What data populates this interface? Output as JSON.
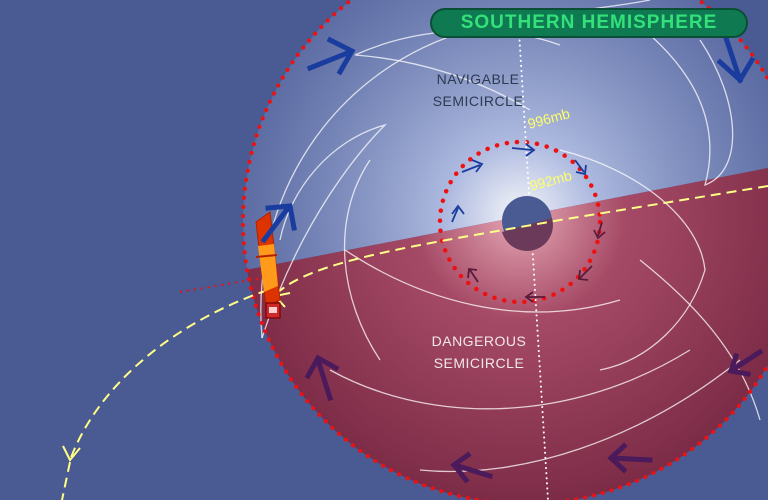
{
  "hemisphere_label": "SOUTHERN HEMISPHERE",
  "navigable": {
    "line1": "NAVIGABLE",
    "line2": "SEMICIRCLE"
  },
  "dangerous": {
    "line1": "DANGEROUS",
    "line2": "SEMICIRCLE"
  },
  "isobars": {
    "outer": "996mb",
    "inner": "992mb"
  },
  "colors": {
    "background": "#4a5a92",
    "dangerous_fill": "#8f3350",
    "wind_arrow_navigable": "#1a3c9e",
    "wind_arrow_dangerous": "#4a1a5a",
    "isobar": "#ee1111",
    "storm_track": "#ffff88",
    "label_badge_bg": "#0f7a52",
    "label_badge_text": "#34e07a",
    "vessel_highlight": "#ff9a1a"
  },
  "icons": [
    "wind-arrow-icon",
    "ship-icon",
    "storm-eye-icon",
    "track-arrow-icon"
  ]
}
